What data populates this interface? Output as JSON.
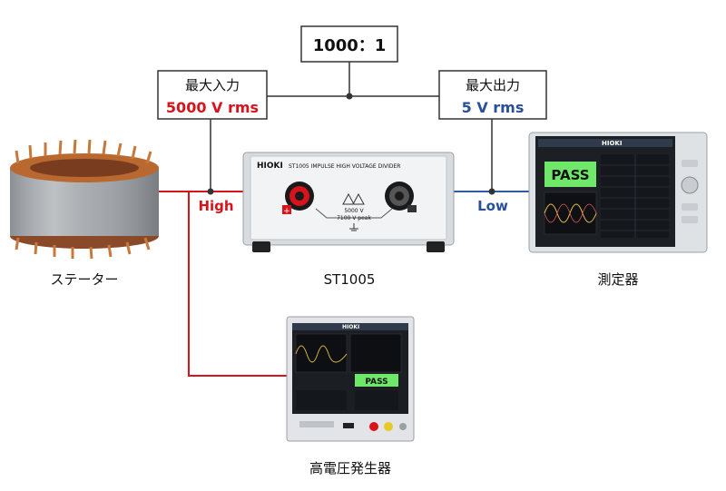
{
  "ratio": "1000：1",
  "max_input": {
    "label": "最大入力",
    "value": "5000 V rms"
  },
  "max_output": {
    "label": "最大出力",
    "value": "5 V rms"
  },
  "terminals": {
    "high": "High",
    "low": "Low"
  },
  "devices": {
    "stator": "ステーター",
    "divider": "ST1005",
    "meter": "測定器",
    "generator": "高電圧発生器"
  },
  "divider_panel": {
    "brand": "HIOKI",
    "model_title": "ST1005  IMPULSE HIGH VOLTAGE DIVIDER",
    "rating_1": "5000 V",
    "rating_2": "7100 V peak"
  },
  "meter_screen": {
    "brand": "HIOKI",
    "result": "PASS"
  },
  "generator_screen": {
    "brand": "HIOKI",
    "result": "PASS"
  },
  "colors": {
    "high_line": "#d7141c",
    "low_line": "#2f5aa6",
    "input_value": "#d7141c",
    "output_value": "#2a4f9a",
    "pass_bg": "#6fe86a"
  }
}
